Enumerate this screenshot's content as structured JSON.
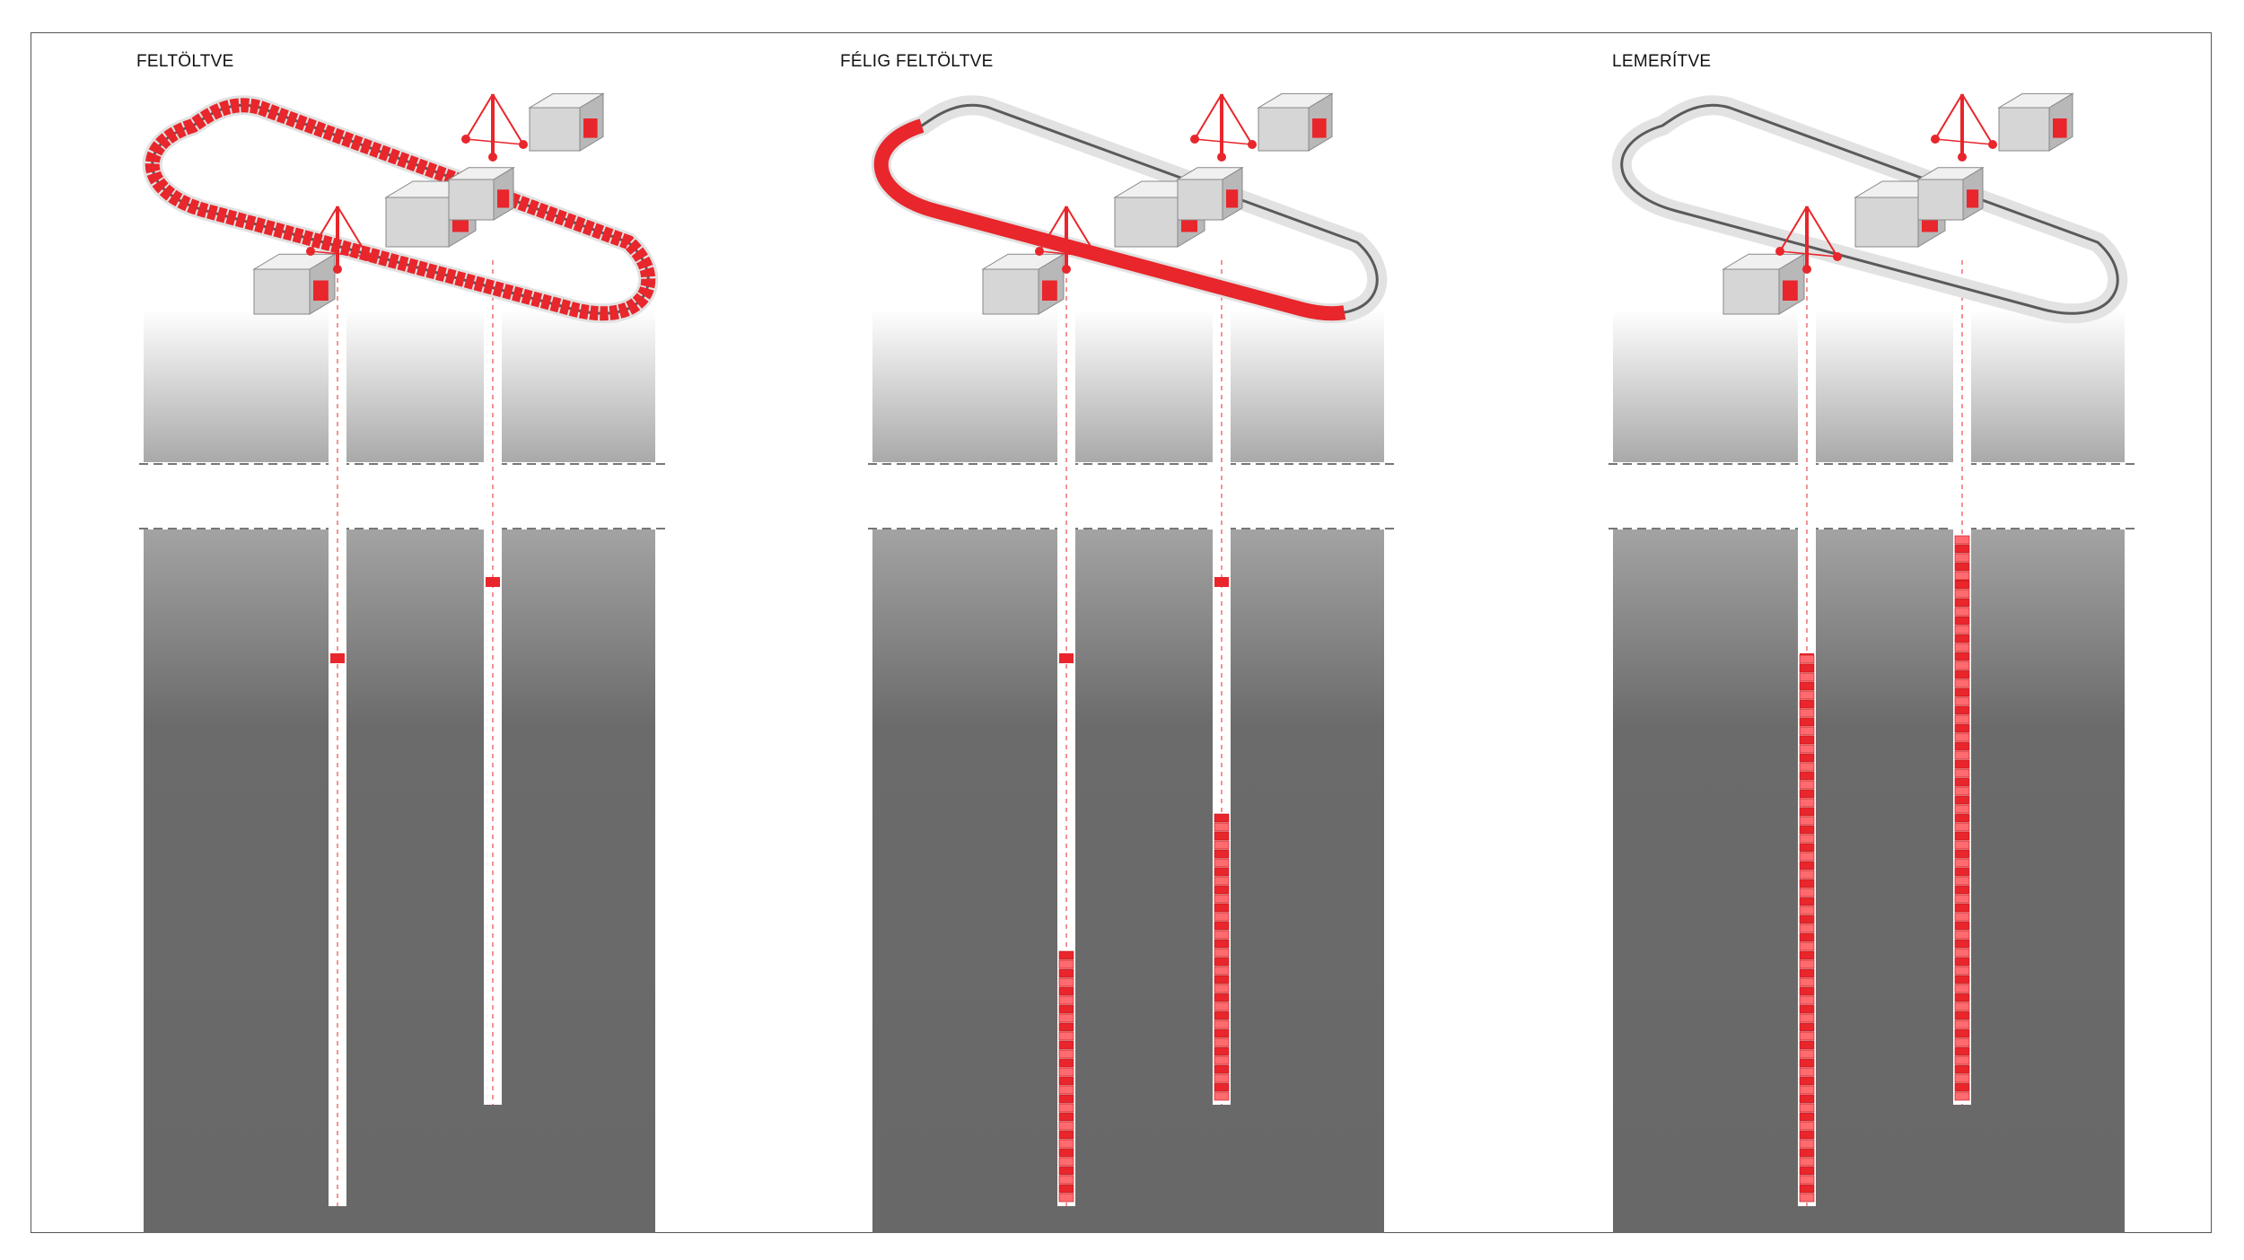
{
  "panels": [
    {
      "label": "FELTÖLTVE",
      "left_fill": 0.0,
      "right_fill": 0.0,
      "track_fill": 1.0
    },
    {
      "label": "FÉLIG  FELTÖLTVE",
      "left_fill": 0.3,
      "right_fill": 0.39,
      "track_fill": 0.5
    },
    {
      "label": "LEMERÍTVE",
      "left_fill": 0.66,
      "right_fill": 0.77,
      "track_fill": 0.0
    }
  ],
  "colors": {
    "brick": "#e8262b",
    "brick_light": "#ff6b6e",
    "ground_top": "#f4f4f4",
    "ground_bottom": "#6a6a6a",
    "building": "#d6d6d6",
    "track": "#5a5a5a"
  }
}
